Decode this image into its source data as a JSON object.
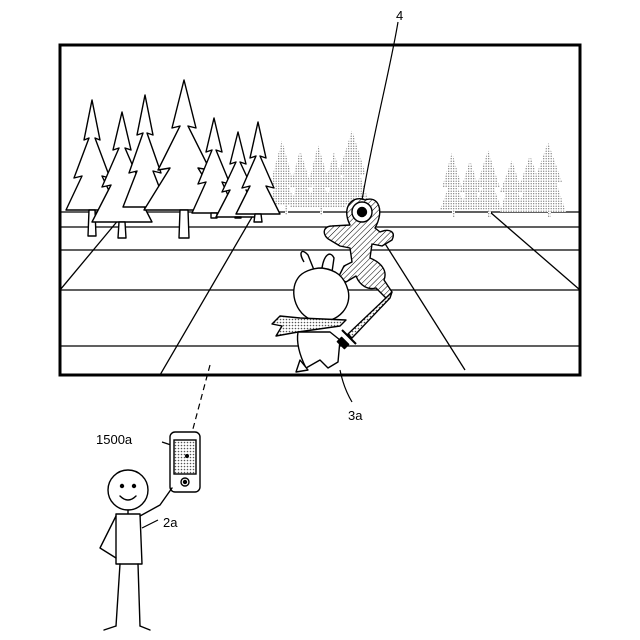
{
  "labels": {
    "display_ref": "4",
    "character_ref": "3a",
    "device_ref": "1500a",
    "player_ref": "2a"
  },
  "colors": {
    "stroke": "#000000",
    "background": "#ffffff",
    "stipple": "#555555"
  }
}
